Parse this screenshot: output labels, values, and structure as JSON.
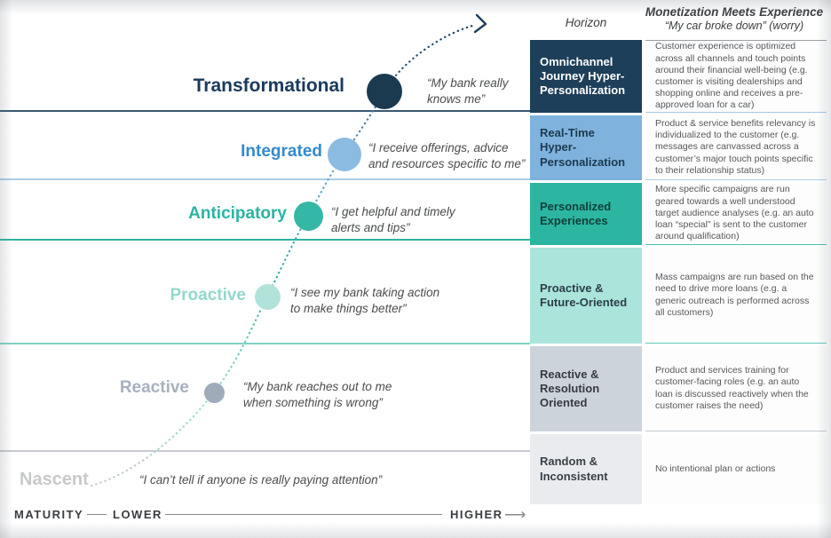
{
  "colors": {
    "navy": "#1e3f5a",
    "blue": "#7fb2dc",
    "teal": "#2cb6a2",
    "mint": "#abe4da",
    "gray": "#cdd3da",
    "light_gray": "#e9ebee",
    "curve_gradient_bottom": "#c6c9cc",
    "curve_gradient_top": "#1e3f5a"
  },
  "levels": [
    {
      "name": "Transformational",
      "quote": "“My bank really\nknows me”"
    },
    {
      "name": "Integrated",
      "quote": "“I receive offerings, advice\nand resources specific to me”"
    },
    {
      "name": "Anticipatory",
      "quote": "“I get helpful and timely\nalerts and tips”"
    },
    {
      "name": "Proactive",
      "quote": "“I see my bank taking action\nto make things better”"
    },
    {
      "name": "Reactive",
      "quote": "“My bank reaches out to me\nwhen something is wrong”"
    },
    {
      "name": "Nascent",
      "quote": "“I can’t tell if anyone is really paying attention”"
    }
  ],
  "table": {
    "horizon_header": "Horizon",
    "experience_header": "Monetization Meets Experience",
    "experience_subheader": "“My car broke down” (worry)",
    "rows": [
      {
        "horizon": "Omnichannel\nJourney Hyper-\nPersonalization",
        "description": "Customer experience is optimized across all channels and touch points around their financial well-being (e.g. customer is visiting dealerships and shopping online and receives a pre-approved loan for a car)"
      },
      {
        "horizon": "Real-Time\nHyper-\nPersonalization",
        "description": "Product & service benefits relevancy is individualized to the customer (e.g. messages are canvassed across a customer’s major touch points specific to their relationship status)"
      },
      {
        "horizon": "Personalized\nExperiences",
        "description": "More specific campaigns are run geared towards a well understood target audience analyses (e.g. an auto loan “special” is sent to the customer around qualification)"
      },
      {
        "horizon": "Proactive &\nFuture-Oriented",
        "description": "Mass campaigns are run based on the need to drive more loans (e.g. a generic outreach is performed across all customers)"
      },
      {
        "horizon": "Reactive &\nResolution\nOriented",
        "description": "Product and services training for customer-facing roles (e.g. an auto loan is discussed reactively when the customer raises the need)"
      },
      {
        "horizon": "Random &\nInconsistent",
        "description": "No intentional plan or actions"
      }
    ]
  },
  "axis": {
    "maturity": "MATURITY",
    "lower": "LOWER",
    "higher": "HIGHER",
    "arrow": "⟶"
  }
}
